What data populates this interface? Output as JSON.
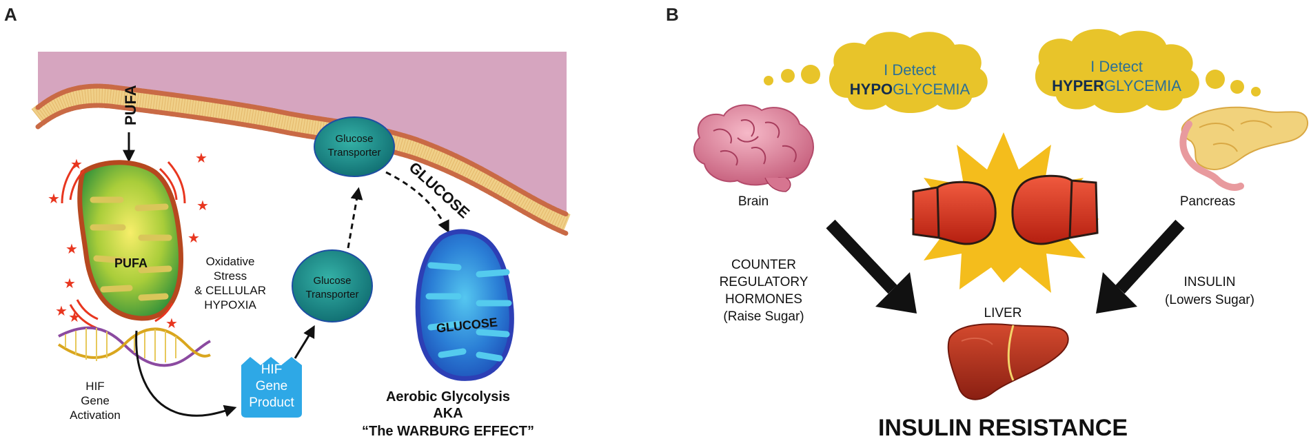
{
  "panel_a": {
    "label": "A",
    "pufa_top": "PUFA",
    "pufa_center": "PUFA",
    "glucose_arrow": "GLUCOSE",
    "glucose_center": "GLUCOSE",
    "transporter_line1": "Glucose",
    "transporter_line2": "Transporter",
    "stress_lines": [
      "Oxidative",
      "Stress",
      "& CELLULAR",
      "HYPOXIA"
    ],
    "hif_activation_lines": [
      "HIF",
      "Gene",
      "Activation"
    ],
    "hif_product_lines": [
      "HIF",
      "Gene",
      "Product"
    ],
    "warburg_lines": [
      "Aerobic Glycolysis",
      "AKA",
      "“The WARBURG EFFECT”"
    ],
    "colors": {
      "membrane_bg": "#d6a5bf",
      "lipid_head": "#c96a45",
      "lipid_tail": "#f0d089",
      "transporter": "#1c8c86",
      "star": "#e8361f",
      "hif_product": "#2ea8e6",
      "mito_glucose": "#1f6fd1"
    }
  },
  "panel_b": {
    "label": "B",
    "cloud_left": {
      "line1": "I Detect",
      "bold": "HYPO",
      "rest": "GLYCEMIA"
    },
    "cloud_right": {
      "line1": "I Detect",
      "bold": "HYPER",
      "rest": "GLYCEMIA"
    },
    "brain_label": "Brain",
    "pancreas_label": "Pancreas",
    "liver_label": "LIVER",
    "counter_lines": [
      "COUNTER",
      "REGULATORY",
      "HORMONES",
      "(Raise Sugar)"
    ],
    "insulin_lines": [
      "INSULIN",
      "(Lowers Sugar)"
    ],
    "footer": "INSULIN RESISTANCE",
    "colors": {
      "cloud": "#e8c42a",
      "cloud_text": "#2a6f96",
      "burst": "#f4bd1c",
      "glove": "#e0331d",
      "liver": "#b8341e",
      "brain": "#e58da7",
      "pancreas": "#f1d27c"
    }
  }
}
